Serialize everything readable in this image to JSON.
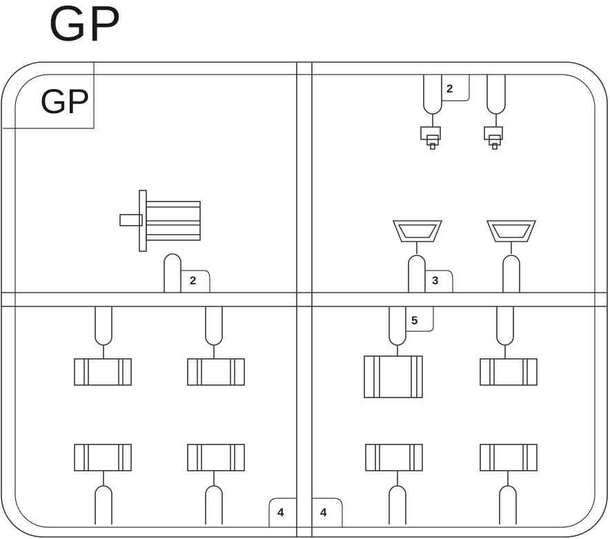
{
  "title": "GP",
  "frame_label": "GP",
  "part_numbers": {
    "top_left_mount": "2",
    "top_right_small": "2",
    "right_trays": "3",
    "right_cylinder": "5",
    "bottom_left_tag": "4",
    "bottom_right_tag": "4"
  },
  "colors": {
    "line": "#333333",
    "runner": "#555555",
    "pink": "#e6c9c9"
  }
}
